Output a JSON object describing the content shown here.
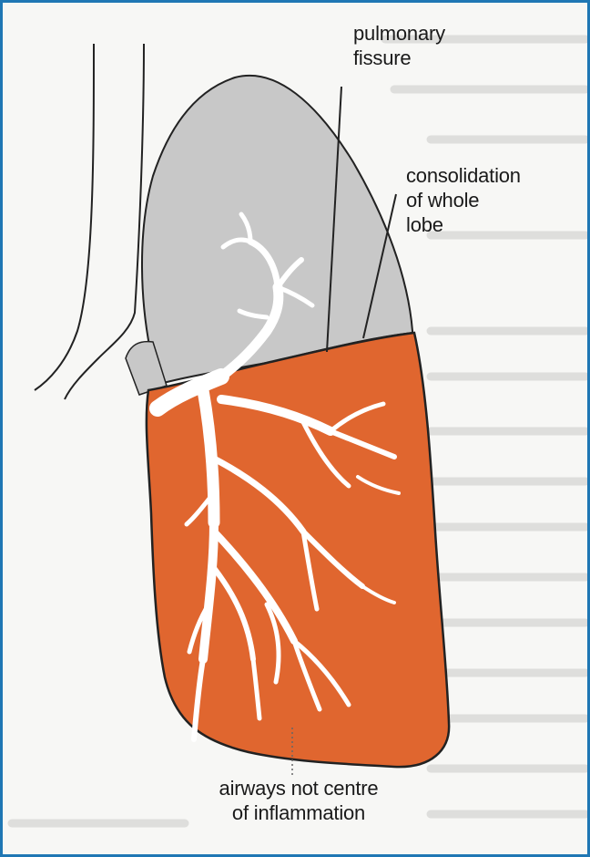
{
  "labels": {
    "pulmonary_fissure": [
      "pulmonary",
      "fissure"
    ],
    "consolidation": [
      "consolidation",
      "of whole",
      "lobe"
    ],
    "airways": [
      "airways not centre",
      "of inflammation"
    ]
  },
  "colors": {
    "border": "#1f77b4",
    "upper_lobe": "#c8c8c8",
    "consolidation": "#e0662f",
    "airway": "#ffffff",
    "outline": "#222222"
  }
}
